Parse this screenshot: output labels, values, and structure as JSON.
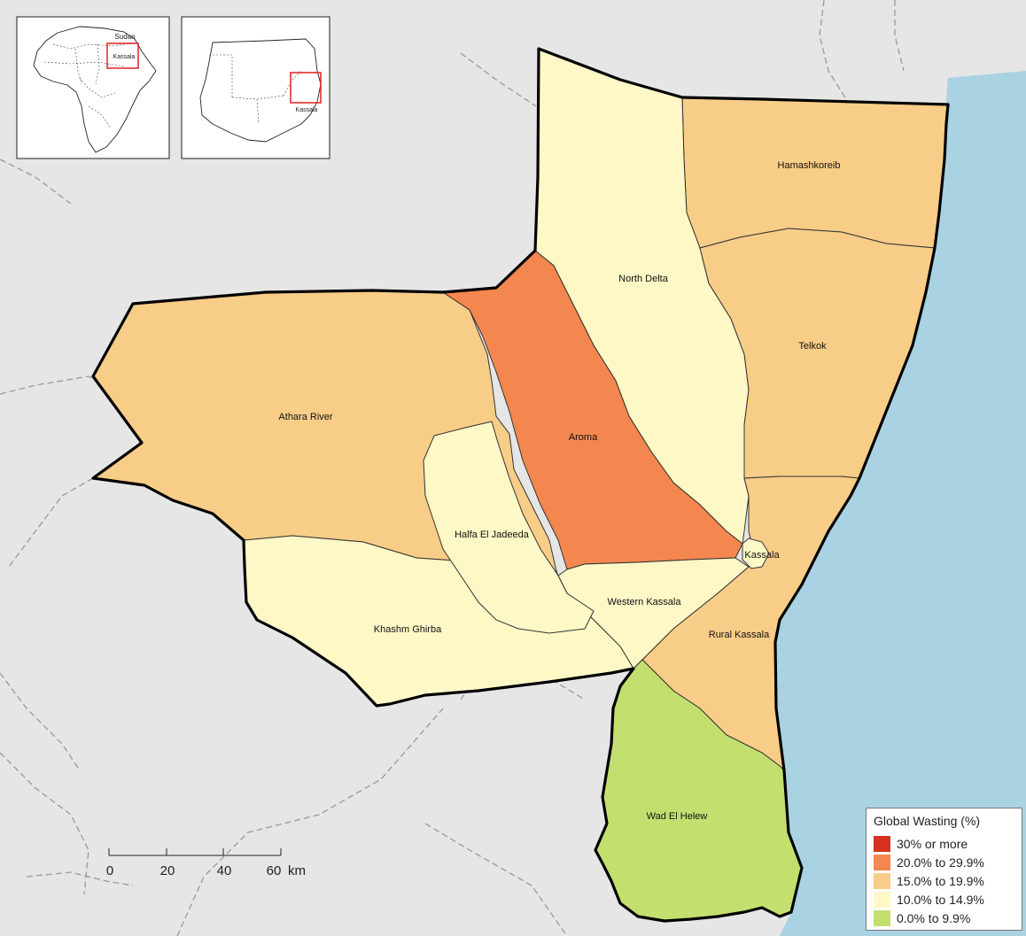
{
  "colors": {
    "ocean": "#a9d3e2",
    "land_bg": "#e6e6e6",
    "boundary": "#000000",
    "inset_highlight": "#e03030"
  },
  "districts": [
    {
      "id": "hamashkoreib",
      "name": "Hamashkoreib",
      "category": "15.0% to 19.9%"
    },
    {
      "id": "north-delta",
      "name": "North Delta",
      "category": "10.0% to 14.9%"
    },
    {
      "id": "telkok",
      "name": "Telkok",
      "category": "15.0% to 19.9%"
    },
    {
      "id": "athara-river",
      "name": "Athara River",
      "category": "15.0% to 19.9%"
    },
    {
      "id": "aroma",
      "name": "Aroma",
      "category": "20.0% to 29.9%"
    },
    {
      "id": "halfa-el-jadeeda",
      "name": "Halfa El Jadeeda",
      "category": "10.0% to 14.9%"
    },
    {
      "id": "kassala",
      "name": "Kassala",
      "category": "10.0% to 14.9%"
    },
    {
      "id": "western-kassala",
      "name": "Western Kassala",
      "category": "10.0% to 14.9%"
    },
    {
      "id": "khashm-ghirba",
      "name": "Khashm Ghirba",
      "category": "10.0% to 14.9%"
    },
    {
      "id": "rural-kassala",
      "name": "Rural Kassala",
      "category": "15.0% to 19.9%"
    },
    {
      "id": "wad-el-helew",
      "name": "Wad El Helew",
      "category": "0.0% to 9.9%"
    }
  ],
  "legend": {
    "title": "Global Wasting (%)",
    "items": [
      {
        "label": "30% or more",
        "color": "#d7301f"
      },
      {
        "label": "20.0% to 29.9%",
        "color": "#f4874f"
      },
      {
        "label": "15.0% to 19.9%",
        "color": "#f8cd87"
      },
      {
        "label": "10.0% to 14.9%",
        "color": "#fdf8c6"
      },
      {
        "label": "0.0% to 9.9%",
        "color": "#c3e06f"
      }
    ]
  },
  "scale_bar": {
    "ticks": [
      "0",
      "20",
      "40",
      "60"
    ],
    "unit": "km"
  },
  "insets": {
    "africa_labels": [
      "Sudan",
      "Kassala"
    ],
    "sudan_label": "Kassala"
  }
}
